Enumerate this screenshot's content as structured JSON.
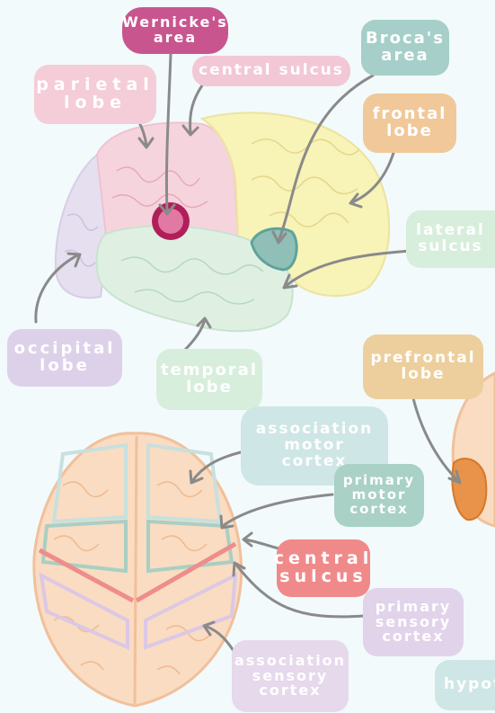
{
  "labels": {
    "wernickes_area": "Wernicke's\narea",
    "central_sulcus_top": "central sulcus",
    "parietal_lobe": "parietal\nlobe",
    "brocas_area": "Broca's\narea",
    "frontal_lobe": "frontal\nlobe",
    "lateral_sulcus": "lateral\nsulcus",
    "occipital_lobe": "occipital\nlobe",
    "temporal_lobe": "temporal\nlobe",
    "prefrontal_lobe": "prefrontal\nlobe",
    "association_motor_cortex": "association\nmotor\ncortex",
    "primary_motor_cortex": "primary\nmotor\ncortex",
    "central_sulcus_bottom": "central\nsulcus",
    "primary_sensory_cortex": "primary\nsensory\ncortex",
    "association_sensory_cortex": "association\nsensory\ncortex",
    "hypothalamus_partial": "hypot"
  },
  "colors": {
    "background": "#f2fafc",
    "wernicke": "#c9558f",
    "central_sulcus_label": "#f2c7d6",
    "parietal": "#f4cdd8",
    "broca": "#a6cfc9",
    "frontal": "#f0c89a",
    "lateral_sulcus_label": "#d7eedc",
    "occipital": "#ddd1ea",
    "temporal": "#d7eedc",
    "prefrontal": "#eccf9c",
    "association_motor": "#cfe6e6",
    "primary_motor": "#a9d1c6",
    "central_sulcus_bottom_label": "#f08a8a",
    "primary_sensory": "#e1d3ea",
    "association_sensory": "#e6d9ec",
    "brain_top": "#f7d3b3",
    "arrow": "#8a8a8a"
  }
}
